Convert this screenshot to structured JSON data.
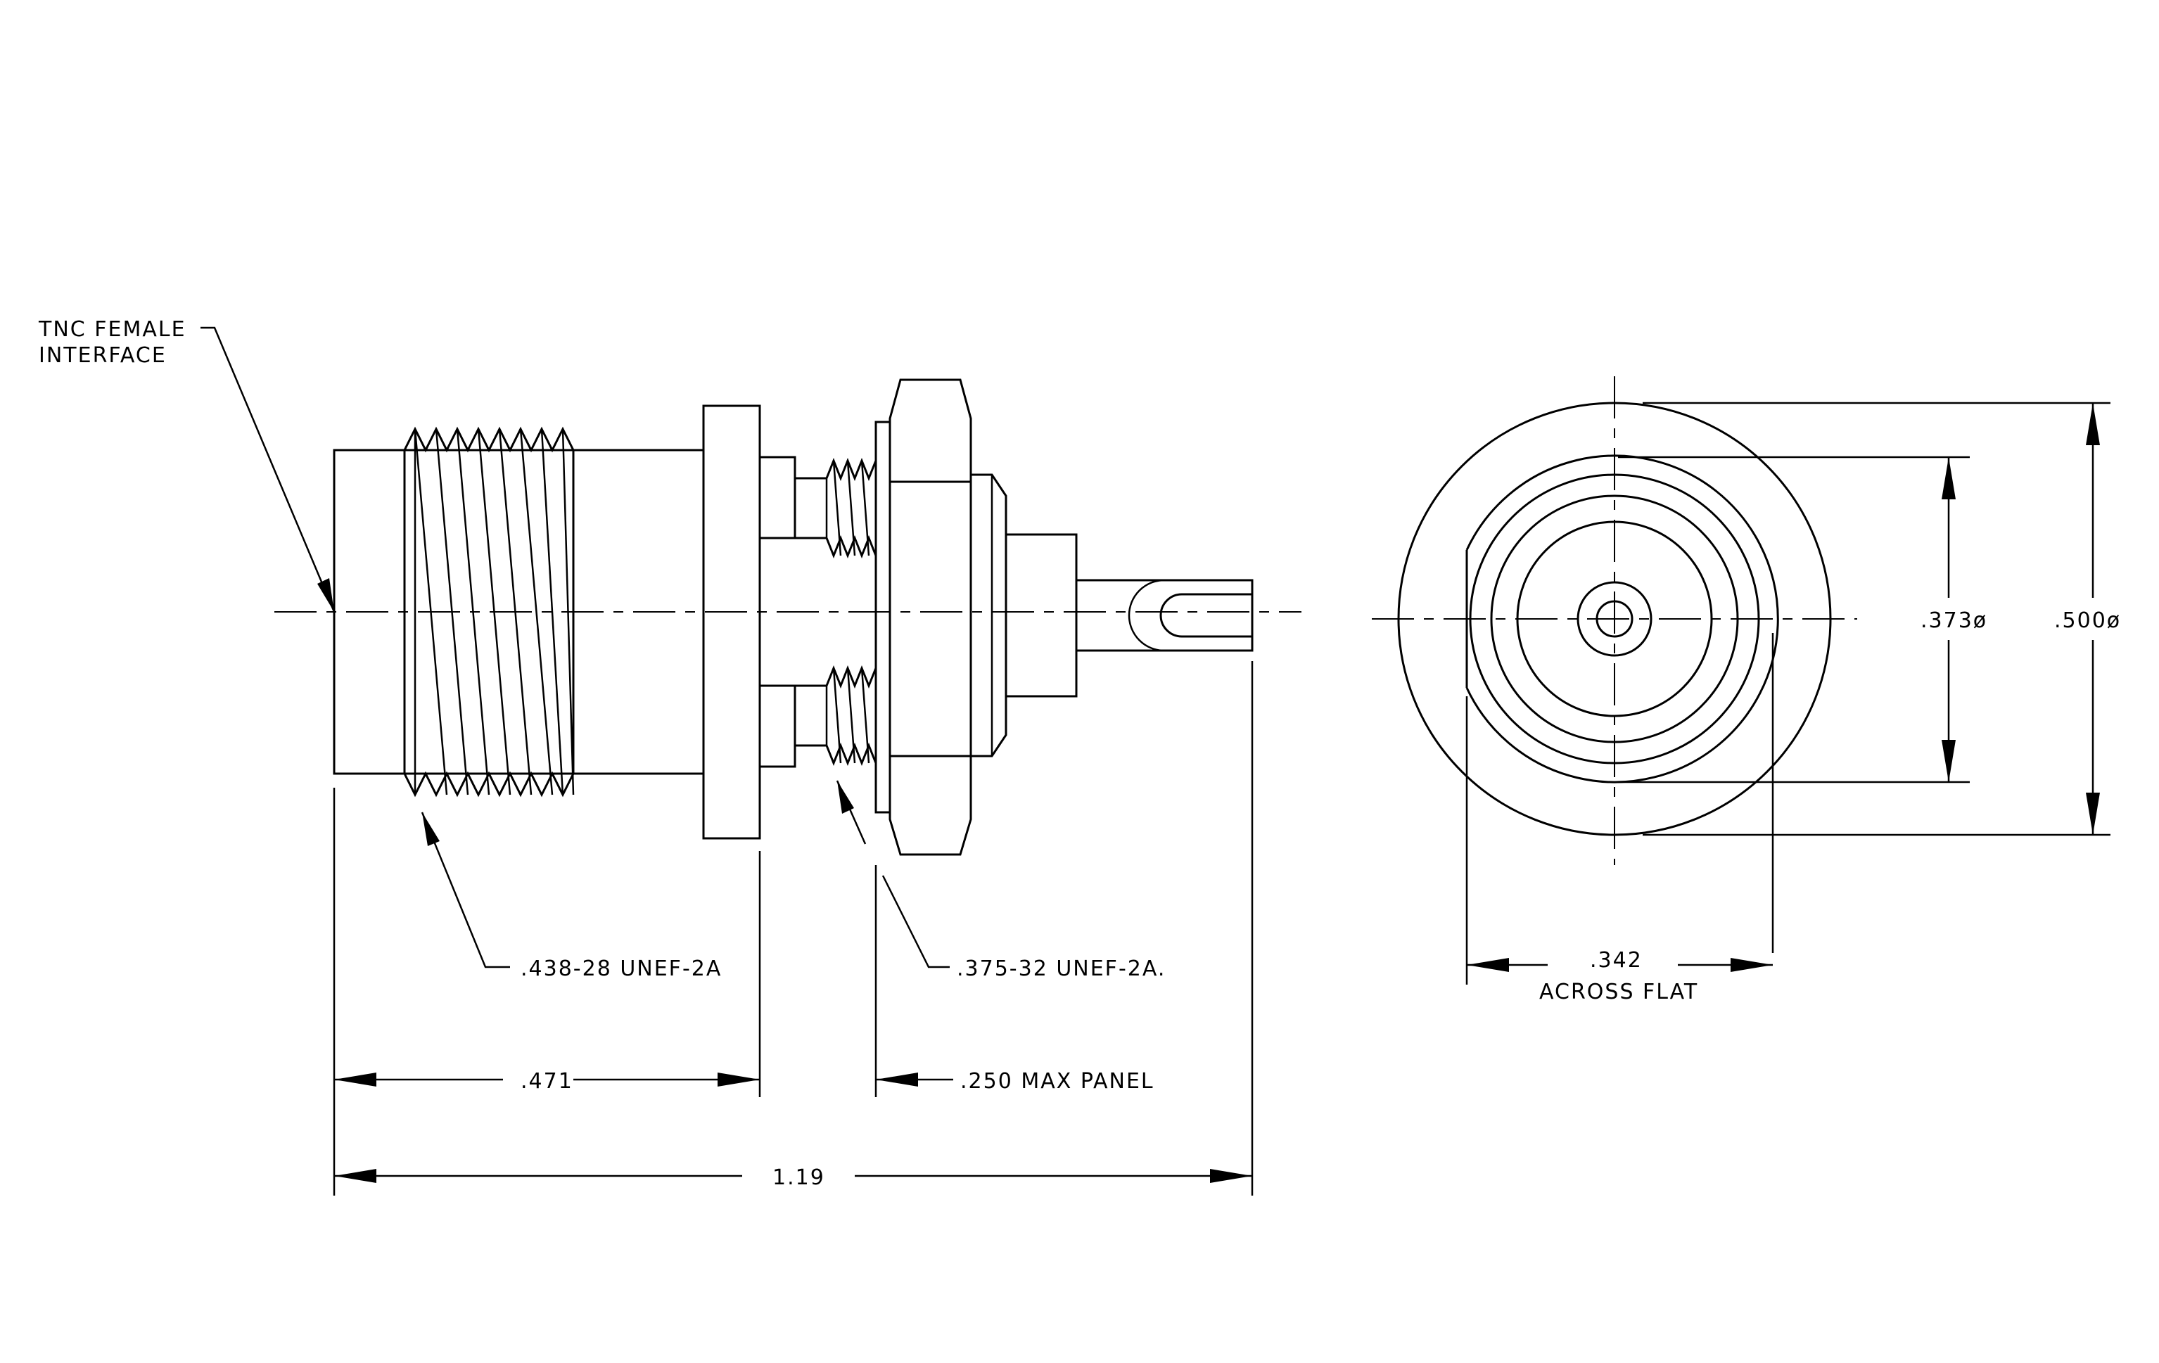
{
  "labels": {
    "interface_line1": "TNC FEMALE",
    "interface_line2": "INTERFACE",
    "thread_outer": ".438-28 UNEF-2A",
    "thread_inner": ".375-32 UNEF-2A.",
    "dim_body": ".471",
    "dim_panel": ".250 MAX PANEL",
    "dim_overall": "1.19",
    "dim_flat_value": ".342",
    "dim_flat_text": "ACROSS FLAT",
    "dim_inner_dia": ".373ø",
    "dim_outer_dia": ".500ø"
  }
}
